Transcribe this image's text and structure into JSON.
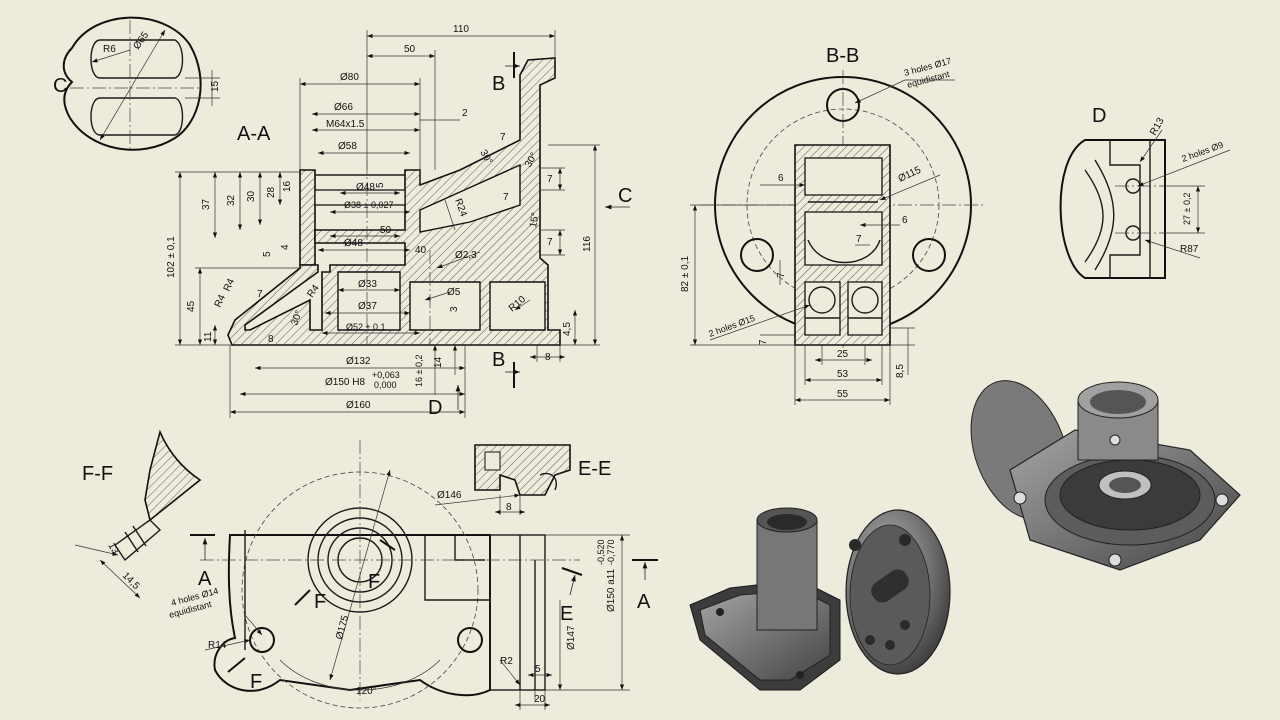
{
  "views": {
    "aa": {
      "label": "A-A"
    },
    "bb": {
      "label": "B-B"
    },
    "c": {
      "label": "C"
    },
    "d": {
      "label": "D"
    },
    "ee": {
      "label": "E-E"
    },
    "ff": {
      "label": "F-F"
    }
  },
  "markers": {
    "c_arrow": "C",
    "b_top": "B",
    "b_bottom": "B",
    "d_arrow": "D",
    "a_left": "A",
    "a_right": "A",
    "e_arrow": "E",
    "f_1": "F",
    "f_2": "F",
    "f_3": "F"
  },
  "dimensions": {
    "aa": {
      "d110": "110",
      "d50": "50",
      "d80": "Ø80",
      "d66": "Ø66",
      "m64": "M64x1.5",
      "d2": "2",
      "d58": "Ø58",
      "d48a": "Ø48",
      "d38": "Ø38 ± 0,027",
      "d50b": "50",
      "d48b": "Ø48",
      "d40": "40",
      "d2_3": "Ø2,3",
      "d33": "Ø33",
      "d5": "Ø5",
      "d37": "Ø37",
      "d52": "Ø52 ± 0,1",
      "d132": "Ø132",
      "d150": "Ø150 H8",
      "d150tol_up": "+0,063",
      "d150tol_lo": "0,000",
      "d160": "Ø160",
      "d16tol": "16 ± 0,2",
      "d14": "14",
      "d102": "102 ± 0,1",
      "d37v": "37",
      "d32": "32",
      "d30": "30",
      "d28": "28",
      "d16": "16",
      "d5v": "5",
      "d4": "4",
      "d45": "45",
      "d11": "11",
      "r4a": "R4",
      "r4b": "R4",
      "r4c": "R4",
      "d7a": "7",
      "d8": "8",
      "a30a": "30°",
      "a30b": "30°",
      "a30c": "30°",
      "d7b": "7",
      "r24": "R24",
      "d7c": "7",
      "d7d": "7",
      "a15": "15°",
      "d7e": "7",
      "d116": "116",
      "r10": "R10",
      "d4_5": "4,5",
      "d3": "3",
      "d5b": "5",
      "d8b": "8"
    },
    "bb": {
      "holes3": "3 holes Ø17",
      "equid": "equidistant",
      "d115": "Ø115",
      "d6a": "6",
      "d6b": "6",
      "d7a": "7",
      "d7b": "7",
      "d82": "82 ± 0,1",
      "holes2": "2 holes Ø15",
      "d7c": "7",
      "d25": "25",
      "d53": "53",
      "d55": "55",
      "d8_5": "8,5"
    },
    "c": {
      "r6": "R6",
      "d65": "Ø65",
      "d15": "15"
    },
    "d": {
      "r13": "R13",
      "holes2": "2 holes Ø9",
      "d27": "27 ± 0,2",
      "r87": "R87"
    },
    "ee": {
      "d146": "Ø146",
      "d8": "8"
    },
    "ff": {
      "d13": "13",
      "d14_5": "14,5"
    },
    "plan": {
      "holes4": "4 holes Ø14",
      "equid": "equidistant",
      "r14": "R14",
      "d175": "Ø175",
      "a120": "120°",
      "d147": "Ø147",
      "r2": "R2",
      "d5": "5",
      "d20": "20",
      "d150a11": "Ø150 a11",
      "tol_up": "-0,520",
      "tol_lo": "-0,770"
    }
  },
  "colors": {
    "paper": "#EDEBDC",
    "line": "#1b1b1b",
    "metal": "#6d6d6d"
  }
}
